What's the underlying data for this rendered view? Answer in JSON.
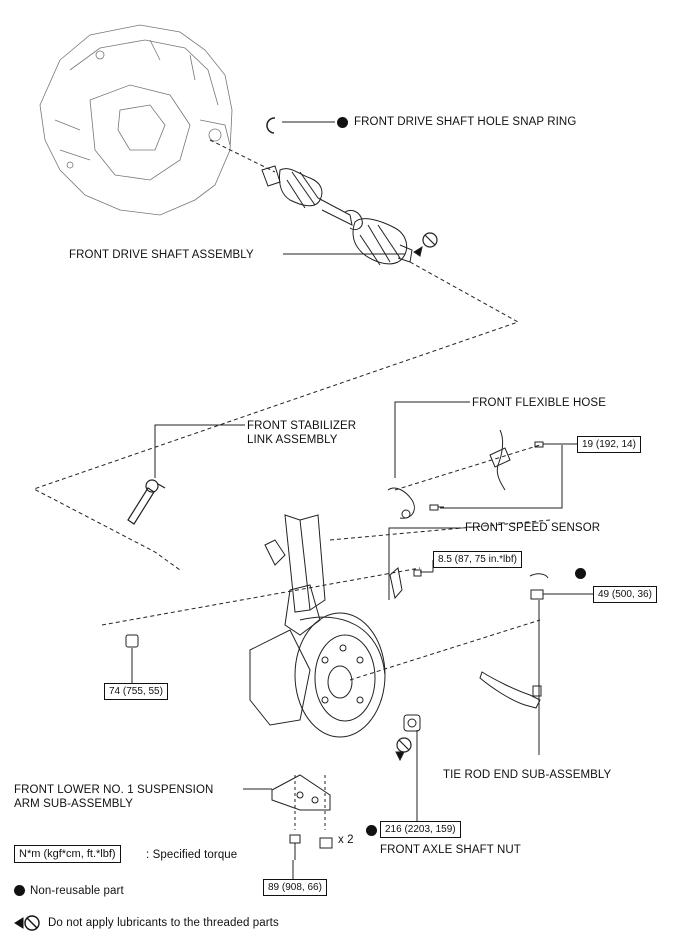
{
  "labels": {
    "snap_ring": "FRONT DRIVE SHAFT HOLE SNAP RING",
    "drive_shaft": "FRONT DRIVE SHAFT ASSEMBLY",
    "flexible_hose": "FRONT FLEXIBLE HOSE",
    "stabilizer_link_1": "FRONT STABILIZER",
    "stabilizer_link_2": "LINK ASSEMBLY",
    "speed_sensor": "FRONT SPEED SENSOR",
    "tie_rod": "TIE ROD END SUB-ASSEMBLY",
    "lower_arm_1": "FRONT LOWER NO. 1 SUSPENSION",
    "lower_arm_2": "ARM SUB-ASSEMBLY",
    "axle_nut": "FRONT AXLE SHAFT NUT",
    "qty": "x 2"
  },
  "torques": {
    "hose_bolt": "19 (192, 14)",
    "sensor_bolt": "8.5 (87, 75 in.*lbf)",
    "tie_rod_nut": "49 (500, 36)",
    "stabilizer_nut": "74 (755, 55)",
    "axle_nut": "216 (2203, 159)",
    "lower_arm_bolts": "89 (908, 66)"
  },
  "legend": {
    "torque_unit": "N*m (kgf*cm, ft.*lbf)",
    "torque_desc": ": Specified torque",
    "non_reusable": "Non-reusable part",
    "no_lube": "Do not apply lubricants to the threaded parts"
  },
  "icons": [
    "non-reusable-dot-icon",
    "no-lubricant-icon"
  ],
  "colors": {
    "line": "#111111",
    "background": "#ffffff"
  }
}
